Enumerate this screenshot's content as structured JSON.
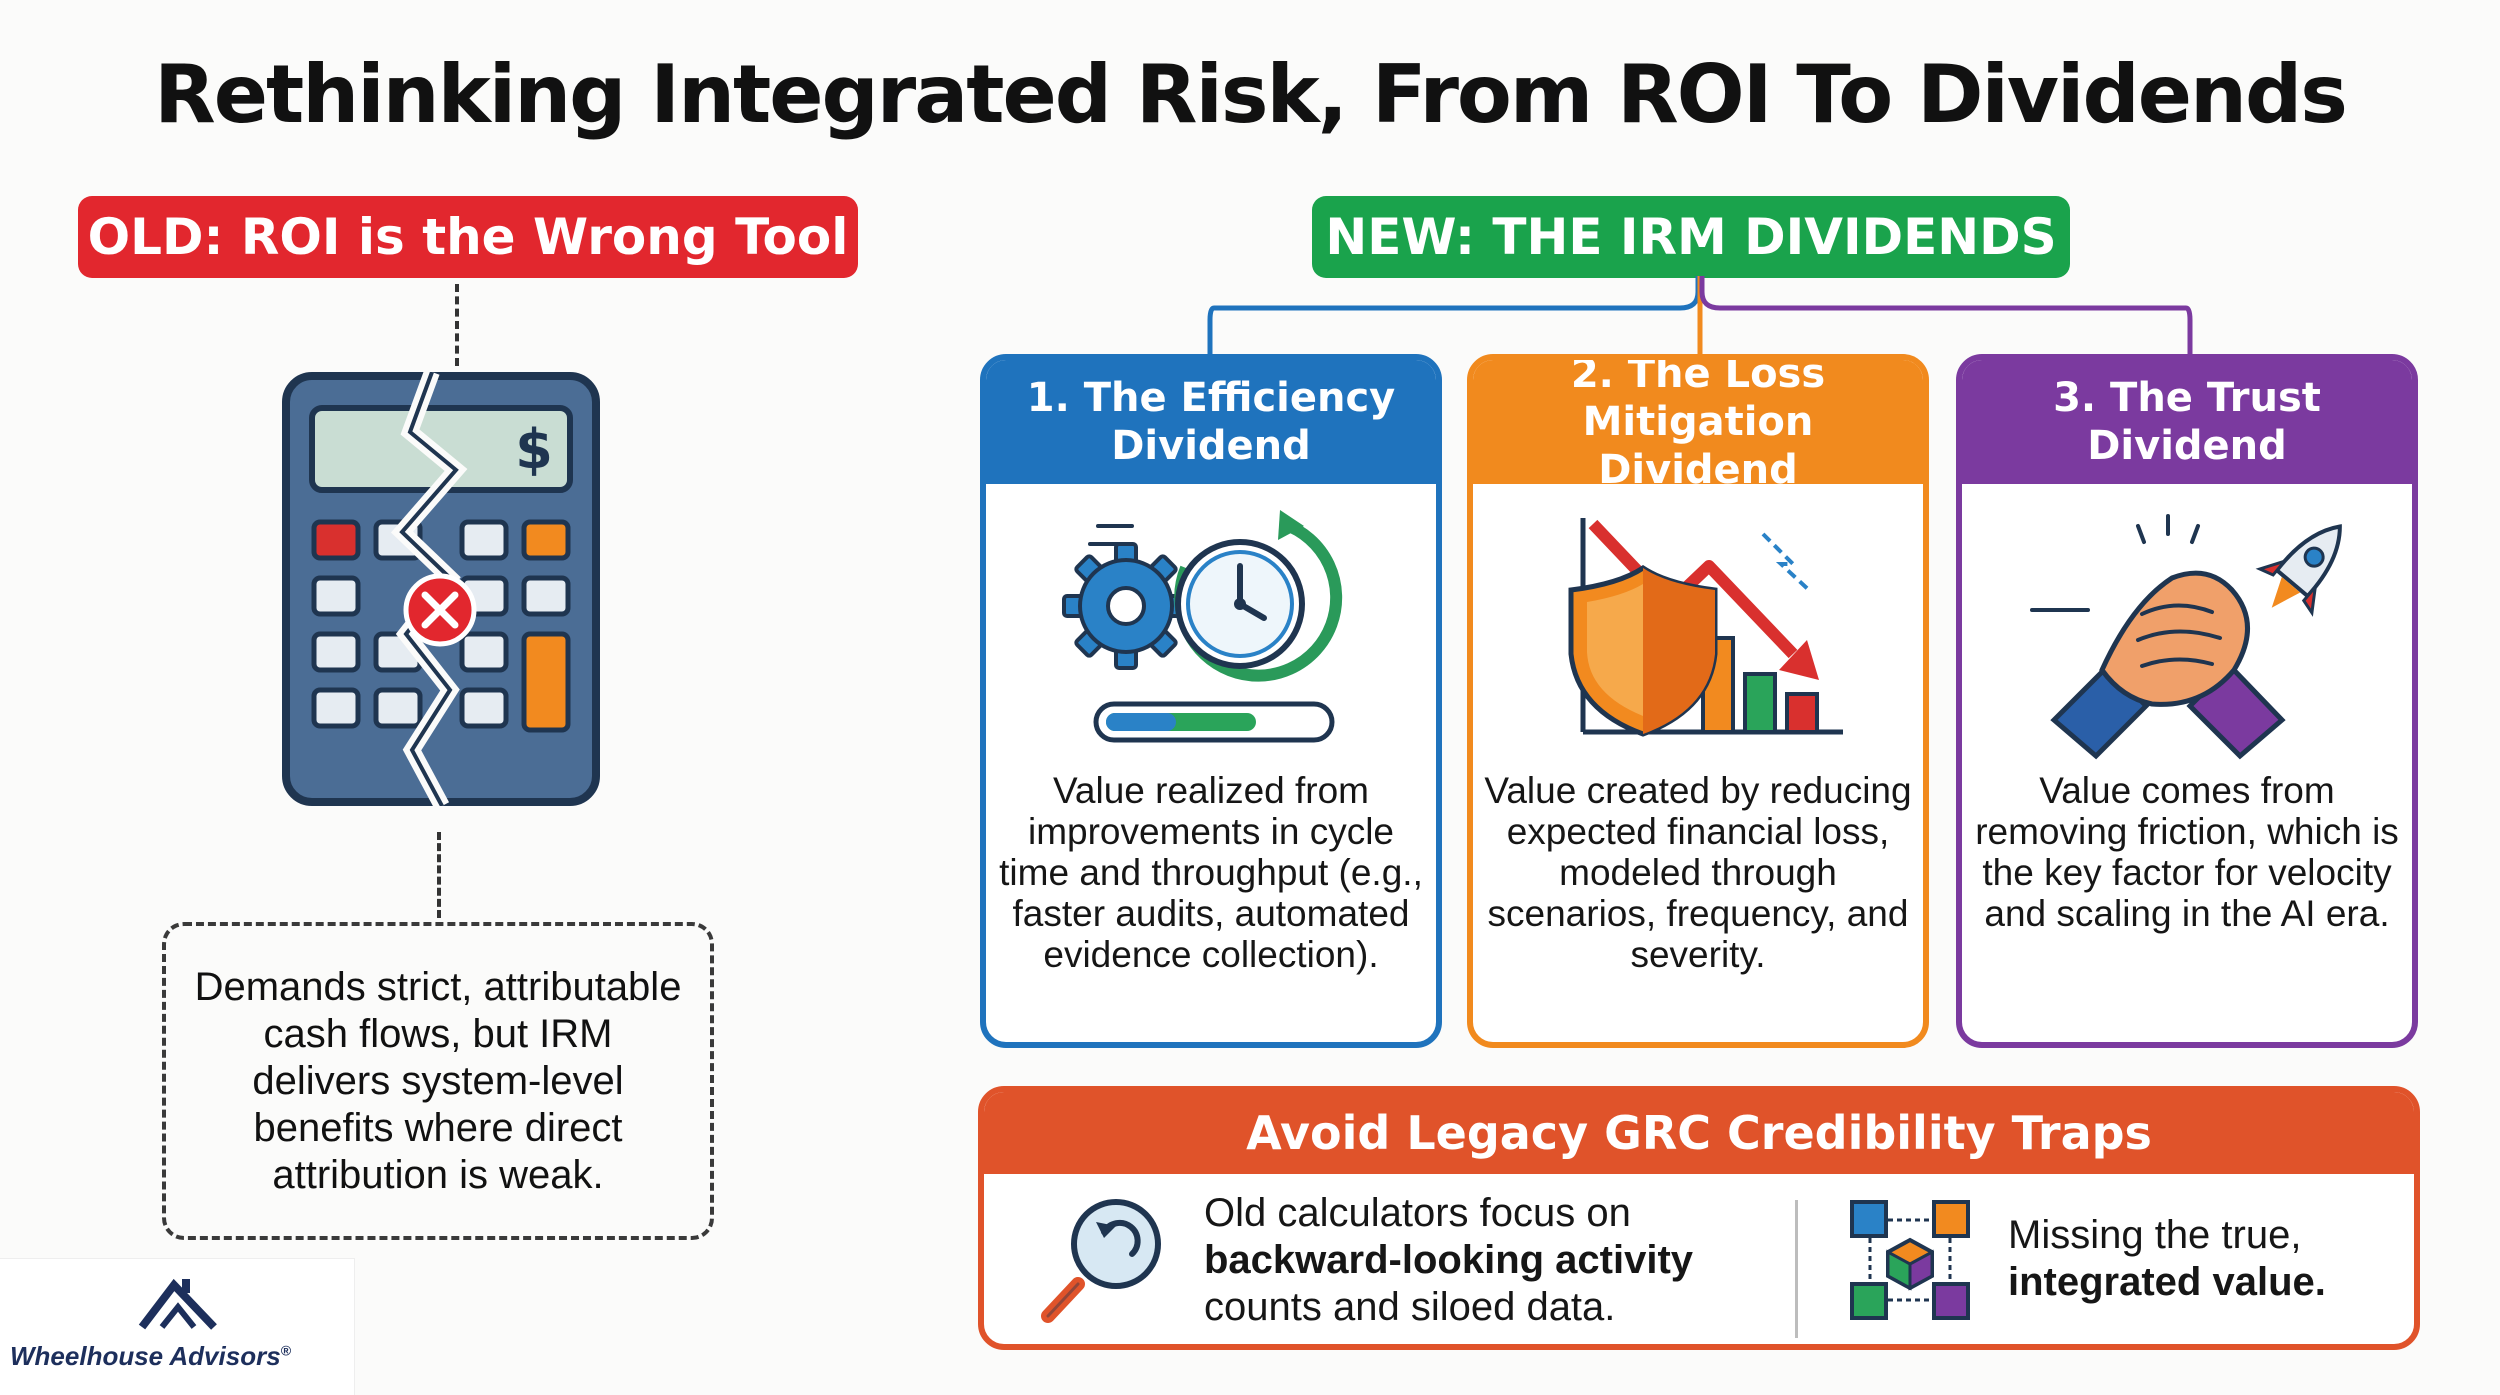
{
  "title": "Rethinking Integrated Risk, From ROI To Dividends",
  "old": {
    "label": "OLD: ROI is the Wrong Tool",
    "calculator_symbol": "$",
    "description": "Demands strict, attributable cash flows, but IRM delivers system-level benefits where direct attribution is weak."
  },
  "new": {
    "label": "NEW: THE IRM DIVIDENDS",
    "cards": [
      {
        "title": "1. The Efficiency Dividend",
        "icon": "gear-clock-progress-icon",
        "text": "Value realized from improvements in cycle time and throughput (e.g., faster audits, automated evidence collection).",
        "color": "#1f73bd"
      },
      {
        "title": "2. The Loss Mitigation Dividend",
        "icon": "shield-declining-chart-icon",
        "text": "Value created by reducing expected financial loss, modeled through scenarios, frequency, and severity.",
        "color": "#f18a1e"
      },
      {
        "title": "3. The Trust Dividend",
        "icon": "handshake-rocket-icon",
        "text": "Value comes from removing friction, which is the key factor for velocity and scaling in the AI era.",
        "color": "#7b3a9f"
      }
    ]
  },
  "traps": {
    "title": "Avoid Legacy GRC Credibility Traps",
    "color": "#e0532a",
    "item1": {
      "icon": "magnifier-back-arrow-icon",
      "line1": "Old calculators focus on",
      "line2_bold": "backward-looking activity",
      "line3": "counts and siloed data."
    },
    "item2": {
      "icon": "connected-blocks-icon",
      "line1": "Missing the true,",
      "line2_bold": "integrated value."
    }
  },
  "logo": {
    "name": "Wheelhouse Advisors",
    "mark": "®"
  }
}
